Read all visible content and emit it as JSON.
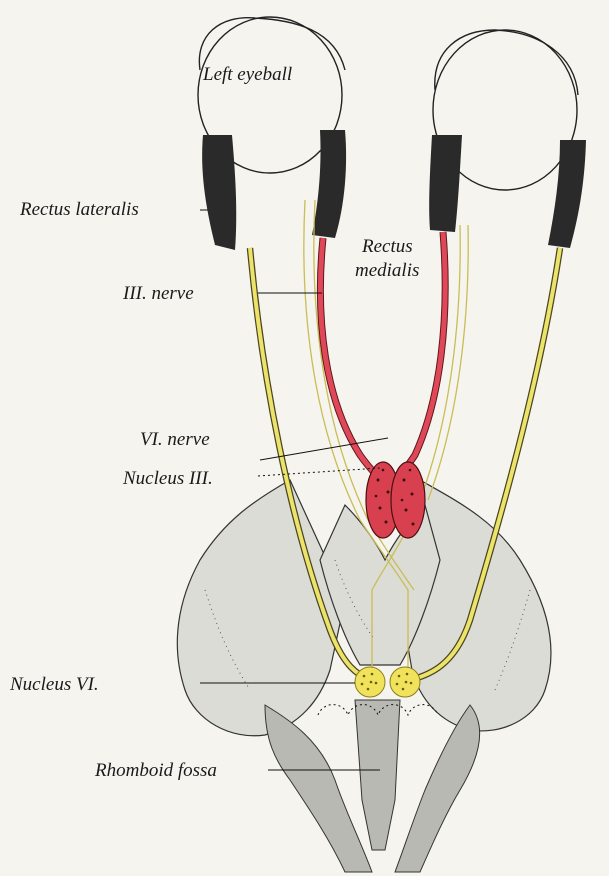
{
  "labels": {
    "left_eyeball": "Left eyeball",
    "rectus_lateralis": "Rectus lateralis",
    "rectus_medialis_line1": "Rectus",
    "rectus_medialis_line2": "medialis",
    "third_nerve": "III. nerve",
    "sixth_nerve": "VI. nerve",
    "nucleus_three": "Nucleus III.",
    "nucleus_six": "Nucleus VI.",
    "rhomboid_fossa": "Rhomboid fossa"
  },
  "colors": {
    "nerve_vi": "#ece36a",
    "nerve_iii": "#e0485a",
    "nucleus_iii": "#d8404f",
    "nucleus_vi": "#f0e25a",
    "muscle": "#2a2a2a",
    "bone": "#dcdcd7",
    "background": "#f6f4ef"
  }
}
